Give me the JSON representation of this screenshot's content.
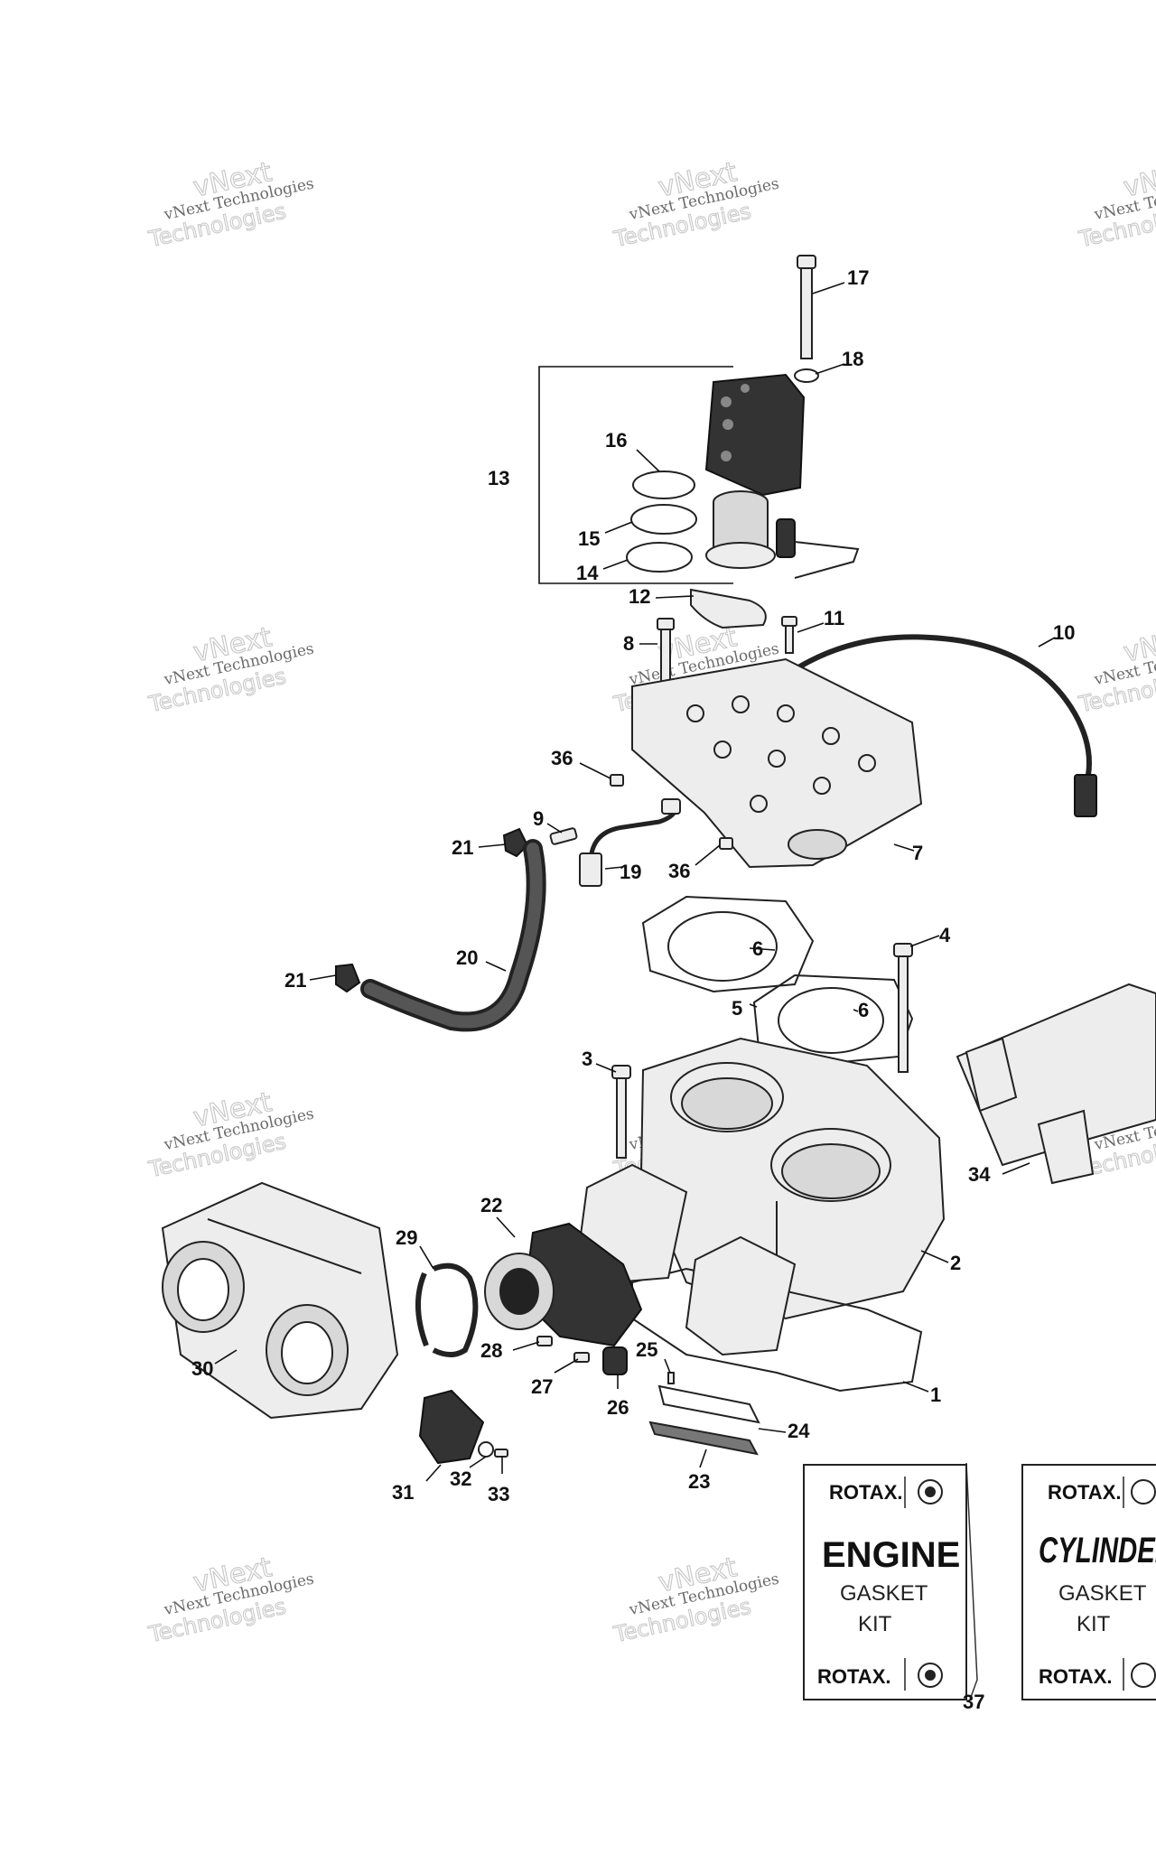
{
  "watermark": {
    "line1": "vNext Technologies",
    "line2": "vNext",
    "line3": "Technologies"
  },
  "callouts": [
    "17",
    "18",
    "13",
    "16",
    "15",
    "14",
    "12",
    "11",
    "8",
    "10",
    "36",
    "9",
    "21",
    "19",
    "36",
    "7",
    "20",
    "21",
    "6",
    "5",
    "6",
    "4",
    "3",
    "34",
    "22",
    "29",
    "2",
    "30",
    "28",
    "27",
    "25",
    "26",
    "1",
    "24",
    "31",
    "32",
    "33",
    "23",
    "37"
  ],
  "kit1": {
    "brand": "ROTAX.",
    "title": "ENGINE",
    "sub1": "GASKET",
    "sub2": "KIT",
    "brand_bottom": "ROTAX."
  },
  "kit2": {
    "brand": "ROTAX.",
    "title": "CYLINDER",
    "sub1": "GASKET",
    "sub2": "KIT",
    "brand_bottom": "ROTAX."
  }
}
